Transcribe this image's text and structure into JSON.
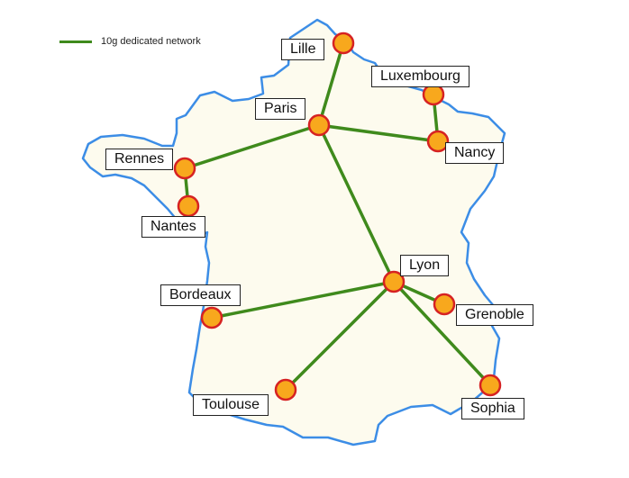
{
  "legend": {
    "label": "10g dedicated network",
    "color": "#3f8a1c"
  },
  "colors": {
    "outline": "#3c8de6",
    "land": "#fdfbee",
    "link": "#3f8a1c",
    "node_fill": "#f8a81d",
    "node_stroke": "#d62222"
  },
  "cities": {
    "lille": "Lille",
    "luxembourg": "Luxembourg",
    "paris": "Paris",
    "nancy": "Nancy",
    "rennes": "Rennes",
    "nantes": "Nantes",
    "lyon": "Lyon",
    "bordeaux": "Bordeaux",
    "grenoble": "Grenoble",
    "toulouse": "Toulouse",
    "sophia": "Sophia"
  },
  "links": [
    [
      "lille",
      "paris"
    ],
    [
      "luxembourg",
      "nancy"
    ],
    [
      "paris",
      "nancy"
    ],
    [
      "paris",
      "rennes"
    ],
    [
      "rennes",
      "nantes"
    ],
    [
      "paris",
      "lyon"
    ],
    [
      "lyon",
      "bordeaux"
    ],
    [
      "lyon",
      "toulouse"
    ],
    [
      "lyon",
      "grenoble"
    ],
    [
      "lyon",
      "sophia"
    ]
  ]
}
